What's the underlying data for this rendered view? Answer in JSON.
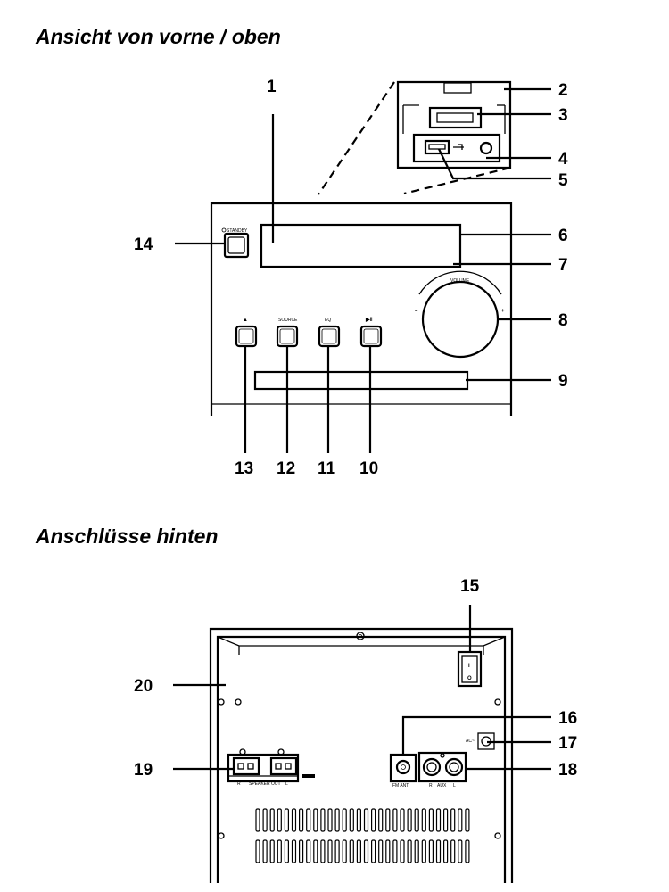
{
  "headings": {
    "front": "Ansicht von vorne / oben",
    "back": "Anschlüsse hinten"
  },
  "callouts": [
    "1",
    "2",
    "3",
    "4",
    "5",
    "6",
    "7",
    "8",
    "9",
    "10",
    "11",
    "12",
    "13",
    "14",
    "15",
    "16",
    "17",
    "18",
    "19",
    "20"
  ],
  "device_labels": {
    "standby": "STANDBY",
    "volume": "VOLUME",
    "minus": "–",
    "plus": "+",
    "source": "SOURCE",
    "eq": "EQ",
    "eject_icon": "eject-icon",
    "play_pause_icon": "play-pause-icon",
    "power_icon": "power-icon",
    "usb_icon": "usb-icon",
    "fm_ant": "FM ANT",
    "aux_r": "R",
    "aux": "AUX",
    "aux_l": "L",
    "speaker_r": "R",
    "speaker_out": "SPEAKER OUT",
    "speaker_l": "L",
    "ac": "AC~",
    "switch_on": "I",
    "switch_off": "O"
  }
}
